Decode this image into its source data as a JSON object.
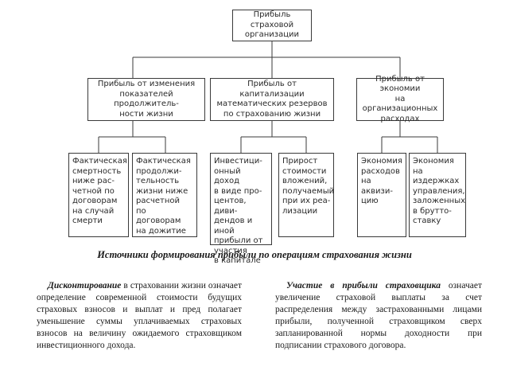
{
  "diagram": {
    "root": "Прибыль страховой\nорганизации",
    "branches": [
      "Прибыль от изменения\nпоказателей продолжитель-\nности жизни",
      "Прибыль от капитализации\nматематических резервов\nпо страхованию жизни",
      "Прибыль от экономии\nна организационных\nрасходах"
    ],
    "leaves": [
      "Фактическая\nсмертность\nниже рас-\nчетной по\nдоговорам\nна случай\nсмерти",
      "Фактическая\nпродолжи-\nтельность\nжизни ниже\nрасчетной\nпо договорам\nна дожитие",
      "Инвестици-\nонный доход\nв виде про-\nцентов, диви-\nдендов и иной\nприбыли от\nучастия\nв капитале",
      "Прирост\nстоимости\nвложений,\nполучаемый\nпри их реа-\nлизации",
      "Экономия\nрасходов\nна аквизи-\nцию",
      "Экономия\nна издержках\nуправления,\nзаложенных\nв брутто-\nставку"
    ],
    "caption": "Источники формирования прибыли по операциям страхования жизни"
  },
  "definitions": {
    "left": {
      "term": "Дисконтирование",
      "text": " в страховании жизни означает определение современной стоимости будущих страховых взносов и выплат и пред полагает уменьшение суммы уплачиваемых страховых взносов на величину ожидаемого страховщиком инвестиционного дохода."
    },
    "right": {
      "term": "Участие в прибыли страховщика",
      "text": " означает увеличение страховой выплаты за счет распределения между застрахованными лицами прибыли, полученной страховщиком сверх запланированной нормы доходности при подписании страхового договора."
    }
  }
}
